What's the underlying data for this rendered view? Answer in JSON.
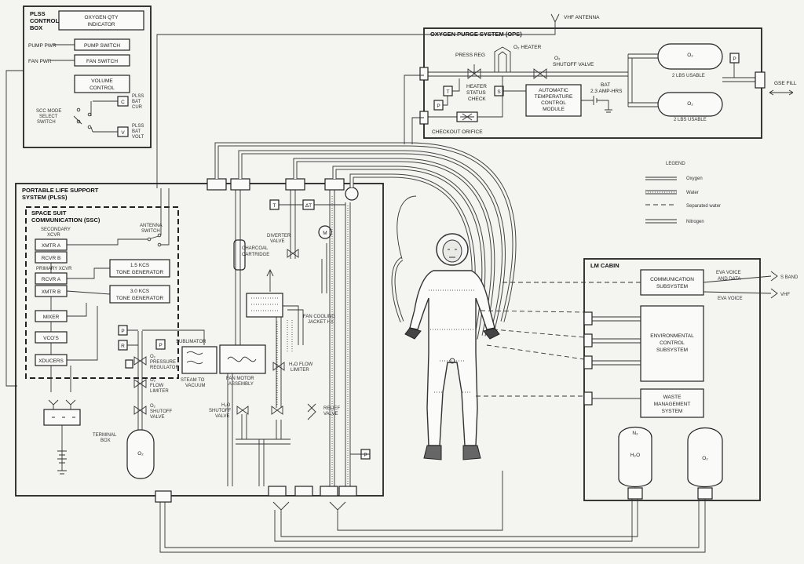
{
  "plss_control_box": {
    "title_line1": "PLSS",
    "title_line2": "CONTROL",
    "title_line3": "BOX",
    "oxygen_qty_line1": "OXYGEN QTY",
    "oxygen_qty_line2": "INDICATOR",
    "pump_pwr": "PUMP PWR",
    "pump_switch": "PUMP SWITCH",
    "fan_pwr": "FAN PWR",
    "fan_switch": "FAN SWITCH",
    "volume_line1": "VOLUME",
    "volume_line2": "CONTROL",
    "plss_bat_cur_1": "PLSS",
    "plss_bat_cur_2": "BAT",
    "plss_bat_cur_3": "CUR",
    "plss_bat_volt_1": "PLSS",
    "plss_bat_volt_2": "BAT",
    "plss_bat_volt_3": "VOLT",
    "scc_mode_1": "SCC MODE",
    "scc_mode_2": "SELECT",
    "scc_mode_3": "SWITCH",
    "c_label": "C",
    "v_label": "V"
  },
  "ops": {
    "title": "OXYGEN PURGE SYSTEM (OPS)",
    "vhf_antenna": "VHF ANTENNA",
    "press_reg": "PRESS REG",
    "o2_heater": "O₂ HEATER",
    "shutoff_1": "O₂",
    "shutoff_2": "SHUTOFF VALVE",
    "heater_status_1": "HEATER",
    "heater_status_2": "STATUS",
    "heater_status_3": "CHECK",
    "auto_temp_1": "AUTOMATIC",
    "auto_temp_2": "TEMPERATURE",
    "auto_temp_3": "CONTROL",
    "auto_temp_4": "MODULE",
    "bat_1": "BAT",
    "bat_2": "2.3 AMP-HRS",
    "checkout_orifice": "CHECKOUT ORIFICE",
    "tank_label": "O₂",
    "usable_1": "2 LBS USABLE",
    "usable_2": "2 LBS USABLE",
    "gse_fill": "GSE FILL",
    "p_label": "P",
    "t_label": "T",
    "s_label": "S"
  },
  "legend": {
    "title": "LEGEND",
    "items": [
      "Oxygen",
      "Water",
      "Separated water",
      "Nitrogen"
    ]
  },
  "plss": {
    "title_1": "PORTABLE LIFE SUPPORT",
    "title_2": "SYSTEM (PLSS)",
    "ssc_1": "SPACE SUIT",
    "ssc_2": "COMMUNICATION (SSC)",
    "secondary_xcvr": "SECONDARY",
    "secondary_xcvr_2": "XCVR",
    "xmtr_a": "XMTR A",
    "rcvr_b": "RCVR B",
    "antenna_1": "ANTENNA",
    "antenna_2": "SWITCH",
    "primary_xcvr": "PRIMARY XCVR",
    "rcvr_a": "RCVR A",
    "xmtr_b": "XMTR B",
    "tone_15_1": "1.5 KCS",
    "tone_15_2": "TONE GENERATOR",
    "tone_30_1": "3.0 KCS",
    "tone_30_2": "TONE GENERATOR",
    "mixer": "MIXER",
    "vcos": "VCO'S",
    "xducers": "XDUCERS",
    "charcoal_1": "CHARCOAL",
    "charcoal_2": "CARTRIDGE",
    "diverter_1": "DIVERTER",
    "diverter_2": "VALVE",
    "fan_cooling_1": "FAN COOLING",
    "fan_cooling_2": "JACKET HX",
    "sublimator": "SUBLIMATOR",
    "o2_press_reg_1": "O₂",
    "o2_press_reg_2": "PRESSURE",
    "o2_press_reg_3": "REGULATOR",
    "steam_1": "STEAM TO",
    "steam_2": "VACUUM",
    "fan_motor_1": "FAN MOTOR",
    "fan_motor_2": "ASSEMBLY",
    "h2o_flow_1": "H₂O FLOW",
    "h2o_flow_2": "LIMITER",
    "o2_flow_1": "O₂",
    "o2_flow_2": "FLOW",
    "o2_flow_3": "LIMITER",
    "o2_shutoff_1": "O₂",
    "o2_shutoff_2": "SHUTOFF",
    "o2_shutoff_3": "VALVE",
    "h2o_shutoff_1": "H₂O",
    "h2o_shutoff_2": "SHUTOFF",
    "h2o_shutoff_3": "VALVE",
    "relief_1": "RELIEF",
    "relief_2": "VALVE",
    "o2_tank": "O₂",
    "terminal_1": "TERMINAL",
    "terminal_2": "BOX",
    "t_label": "T",
    "at_label": "ΔT",
    "m_label": "M",
    "p_label": "P",
    "r_label": "R"
  },
  "lm_cabin": {
    "title": "LM CABIN",
    "comm_1": "COMMUNICATION",
    "comm_2": "SUBSYSTEM",
    "env_1": "ENVIRONMENTAL",
    "env_2": "CONTROL",
    "env_3": "SUBSYSTEM",
    "waste_1": "WASTE",
    "waste_2": "MANAGEMENT",
    "waste_3": "SYSTEM",
    "eva_voice_data_1": "EVA VOICE",
    "eva_voice_data_2": "AND DATA",
    "eva_voice": "EVA VOICE",
    "s_band": "S BAND",
    "vhf": "VHF",
    "n2": "N₂",
    "h2o": "H₂O",
    "o2": "O₂"
  }
}
